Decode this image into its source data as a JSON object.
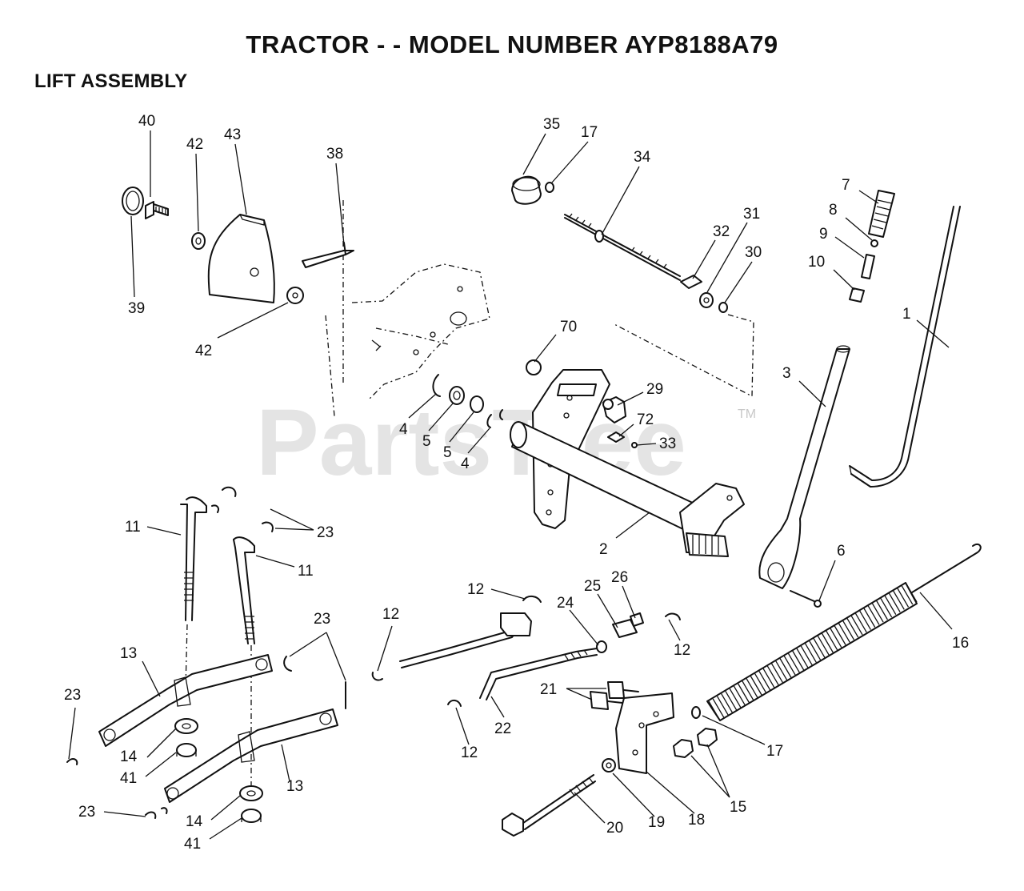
{
  "header": {
    "title": "TRACTOR - - MODEL NUMBER AYP8188A79",
    "section": "LIFT ASSEMBLY"
  },
  "watermark": {
    "text": "PartsTree",
    "tm": "TM"
  },
  "callouts": {
    "c40": "40",
    "c42a": "42",
    "c43": "43",
    "c38": "38",
    "c39": "39",
    "c42b": "42",
    "c35": "35",
    "c17a": "17",
    "c34": "34",
    "c31": "31",
    "c32": "32",
    "c30": "30",
    "c7": "7",
    "c8": "8",
    "c9": "9",
    "c10": "10",
    "c1": "1",
    "c3": "3",
    "c70": "70",
    "c29": "29",
    "c72": "72",
    "c33": "33",
    "c4a": "4",
    "c5a": "5",
    "c5b": "5",
    "c4b": "4",
    "c2": "2",
    "c6": "6",
    "c11a": "11",
    "c11b": "11",
    "c23a": "23",
    "c23b": "23",
    "c13a": "13",
    "c23c": "23",
    "c14a": "14",
    "c41a": "41",
    "c13b": "13",
    "c23d": "23",
    "c14b": "14",
    "c41b": "41",
    "c12a": "12",
    "c12b": "12",
    "c24": "24",
    "c25": "25",
    "c26": "26",
    "c12c": "12",
    "c16": "16",
    "c21": "21",
    "c22": "22",
    "c12d": "12",
    "c17b": "17",
    "c15": "15",
    "c18": "18",
    "c19": "19",
    "c20": "20"
  }
}
